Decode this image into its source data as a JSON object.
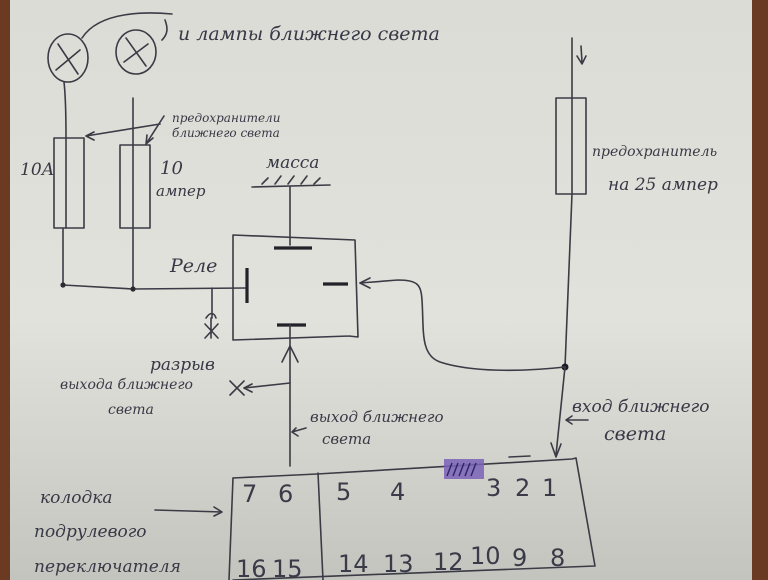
{
  "diagram": {
    "labels": {
      "lamps": "и лампы ближнего света",
      "fuses_low_beam_line1": "предохранители",
      "fuses_low_beam_line2": "ближнего света",
      "fuse_left_rating": "10А",
      "fuse_right_rating_line1": "10",
      "fuse_right_rating_line2": "ампер",
      "fuse_main_line1": "предохранитель",
      "fuse_main_line2": "на 25 ампер",
      "ground": "масса",
      "relay": "Реле",
      "break_line1": "разрыв",
      "break_line2": "выхода ближнего",
      "break_line3": "света",
      "output_line1": "выход ближнего",
      "output_line2": "света",
      "input_line1": "вход ближнего",
      "input_line2": "света",
      "connector_line1": "колодка",
      "connector_line2": "подрулевого",
      "connector_line3": "переключателя"
    },
    "connector": {
      "top_left_pins": [
        "7",
        "6"
      ],
      "top_right_pins": [
        "5",
        "4",
        "3",
        "2",
        "1"
      ],
      "bottom_left_pins": [
        "16",
        "15"
      ],
      "bottom_right_pins": [
        "14",
        "13",
        "12",
        "10",
        "9",
        "8"
      ]
    },
    "colors": {
      "ink": "#3b3b46",
      "paper": "#dcdcd6",
      "marker": "#6b4fa8"
    }
  }
}
